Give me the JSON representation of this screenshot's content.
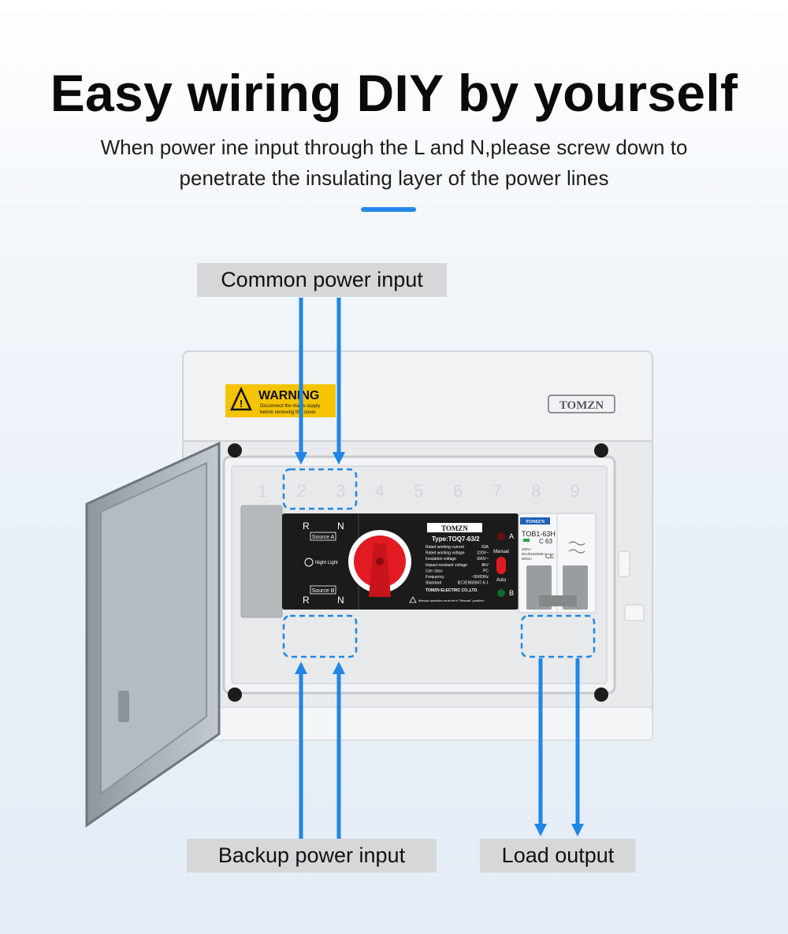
{
  "header": {
    "title": "Easy wiring DIY by yourself",
    "subtitle_line1": "When power ine input through the L and N,please screw down to",
    "subtitle_line2": "penetrate the insulating layer of the power lines"
  },
  "labels": {
    "common": "Common power input",
    "backup": "Backup power input",
    "load": "Load output"
  },
  "enclosure": {
    "brand": "TOMZN",
    "warning_title": "WARNING",
    "warning_line1": "Disconnect the mains supply",
    "warning_line2": "before removing this cover",
    "slots": [
      "1",
      "2",
      "3",
      "4",
      "5",
      "6",
      "7",
      "8",
      "9"
    ]
  },
  "switch": {
    "brand": "TOMZN",
    "type": "Type:TOQ7-63/2",
    "terminal_r": "R",
    "terminal_n": "N",
    "source_a": "Source A",
    "source_b": "Source B",
    "night_light": "Night Light",
    "indicator_a": "A",
    "indicator_b": "B",
    "manual": "Manual",
    "auto": "Auto",
    "company": "TOMZN ELECTRIC CO.,LTD.",
    "note": "Manual operation must be in \"Manual\" position!",
    "specs": [
      {
        "k": "Rated working current",
        "v": "63A"
      },
      {
        "k": "Rated working voltage",
        "v": "220V~"
      },
      {
        "k": "Insulation voltage",
        "v": "690V~"
      },
      {
        "k": "Impact-resistant voltage",
        "v": "8kV"
      },
      {
        "k": "Use class",
        "v": "PC"
      },
      {
        "k": "Frequency",
        "v": "~50/60Hz"
      },
      {
        "k": "Standard",
        "v": "IEC/EN60947-6-1"
      }
    ]
  },
  "breaker": {
    "brand": "TOMZN",
    "model": "TOB1-63H",
    "rating": "C 63",
    "line1": "400V~",
    "line2": "IEC/EN60898-1",
    "line3": "6000A",
    "ce": "CE"
  },
  "colors": {
    "accent": "#2589e8",
    "arrow": "#1f86e6",
    "label_bg": "#d6d7d9",
    "warning": "#f5c400",
    "switch_body": "#1b1b1b",
    "knob": "#e21b23"
  }
}
